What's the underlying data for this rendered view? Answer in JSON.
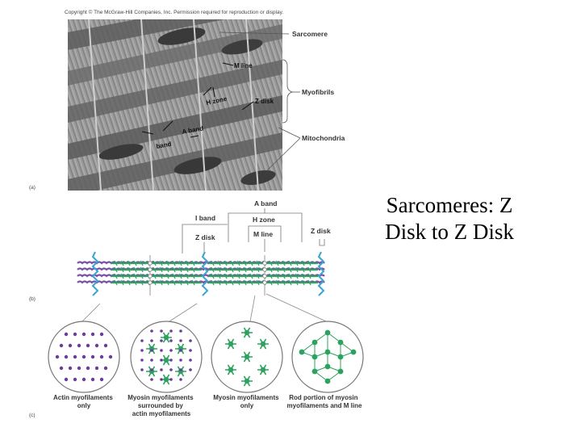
{
  "slide": {
    "title": "Sarcomeres: Z Disk to Z Disk"
  },
  "figure": {
    "copyright": "Copyright © The McGraw-Hill Companies, Inc. Permission required for reproduction or display.",
    "panel_a": {
      "letter": "(a)",
      "overlay_labels": {
        "m_line": "M line",
        "h_zone": "H zone",
        "z_disk": "Z disk",
        "a_band": "A band",
        "i_band": "band"
      },
      "side_labels": {
        "sarcomere": "Sarcomere",
        "myofibrils": "Myofibrils",
        "mitochondria": "Mitochondria"
      }
    },
    "panel_b": {
      "letter": "(b)",
      "labels": {
        "a_band": "A band",
        "i_band": "I band",
        "h_zone": "H zone",
        "z_disk_left": "Z disk",
        "m_line": "M line",
        "z_disk_right": "Z disk"
      }
    },
    "panel_c": {
      "letter": "(c)",
      "captions": [
        [
          "Actin myofilaments",
          "only"
        ],
        [
          "Myosin myofilaments",
          "surrounded by",
          "actin myofilaments"
        ],
        [
          "Myosin myofilaments",
          "only"
        ],
        [
          "Rod portion of myosin",
          "myofilaments and M line"
        ]
      ]
    },
    "colors": {
      "actin": "#6a3d9a",
      "myosin": "#2ca25f",
      "z_disk": "#3aa3d6",
      "micrograph": "#8a8a8a"
    }
  }
}
